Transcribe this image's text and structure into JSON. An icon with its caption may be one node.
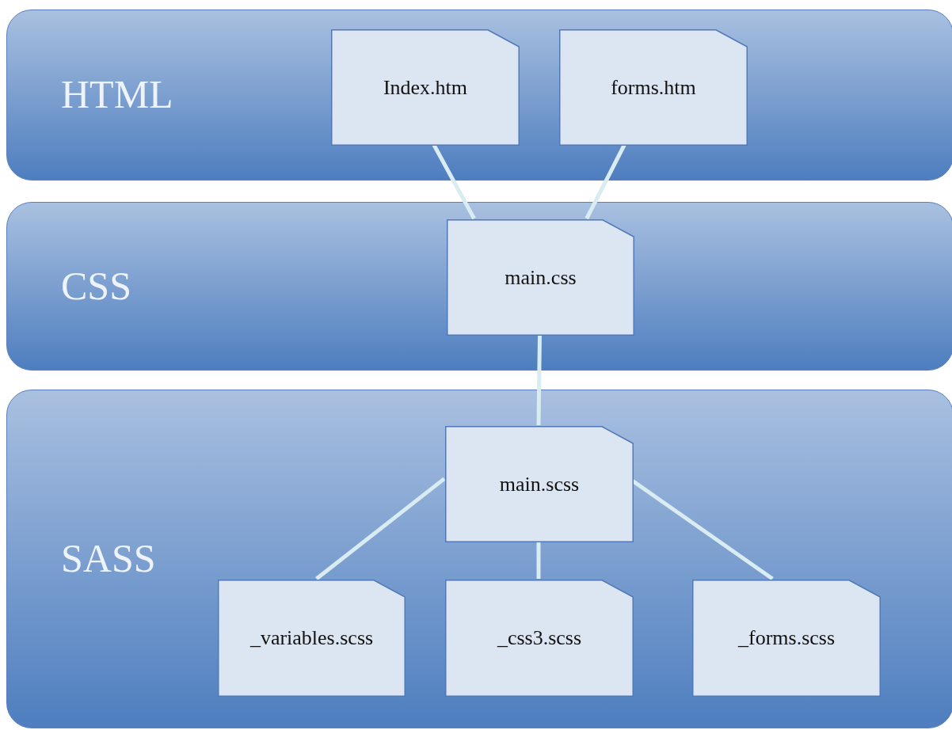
{
  "diagram": {
    "nodes": [
      {
        "text": [
          "HTML"
        ]
      },
      {
        "text": [
          "Index.htm"
        ],
        "in": 0
      },
      {
        "text": [
          "forms.htm"
        ],
        "in": 0
      },
      {
        "text": [
          "CSS"
        ]
      },
      {
        "text": [
          "main.css"
        ],
        "in": 3
      },
      {
        "text": [
          "SASS"
        ]
      },
      {
        "text": [
          "main.scss"
        ],
        "in": 5
      },
      {
        "text": [
          "_variables.scss"
        ],
        "in": 5
      },
      {
        "text": [
          "_css3.scss"
        ],
        "in": 5
      },
      {
        "text": [
          "_forms.scss"
        ],
        "in": 5
      }
    ],
    "edges": [
      {
        "from": 1,
        "to": 4,
        "arrow": "none"
      },
      {
        "from": 2,
        "to": 4,
        "arrow": "none"
      },
      {
        "from": 4,
        "to": 6,
        "arrow": "none"
      },
      {
        "from": 6,
        "to": 7,
        "arrow": "none"
      },
      {
        "from": 6,
        "to": 8,
        "arrow": "none"
      },
      {
        "from": 6,
        "to": 9,
        "arrow": "none"
      }
    ]
  }
}
